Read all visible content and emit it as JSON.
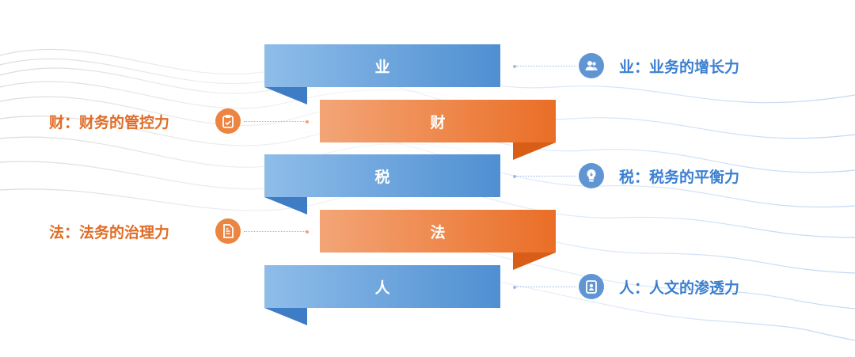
{
  "rows": [
    {
      "key": "ye",
      "band_text": "业",
      "side": "right",
      "color": "blue",
      "icon": "users-icon",
      "label": "业：业务的增长力"
    },
    {
      "key": "cai",
      "band_text": "财",
      "side": "left",
      "color": "orange",
      "icon": "clipboard-check-icon",
      "label": "财：财务的管控力"
    },
    {
      "key": "shui",
      "band_text": "税",
      "side": "right",
      "color": "blue",
      "icon": "lightbulb-icon",
      "label": "税：税务的平衡力"
    },
    {
      "key": "fa",
      "band_text": "法",
      "side": "left",
      "color": "orange",
      "icon": "document-icon",
      "label": "法：法务的治理力"
    },
    {
      "key": "ren",
      "band_text": "人",
      "side": "right",
      "color": "blue",
      "icon": "id-card-icon",
      "label": "人：人文的渗透力"
    }
  ],
  "colors": {
    "blue_accent": "#4f8fd2",
    "orange_accent": "#ea6e26",
    "blue_text": "#3c7fd0",
    "orange_text": "#e06c26"
  }
}
